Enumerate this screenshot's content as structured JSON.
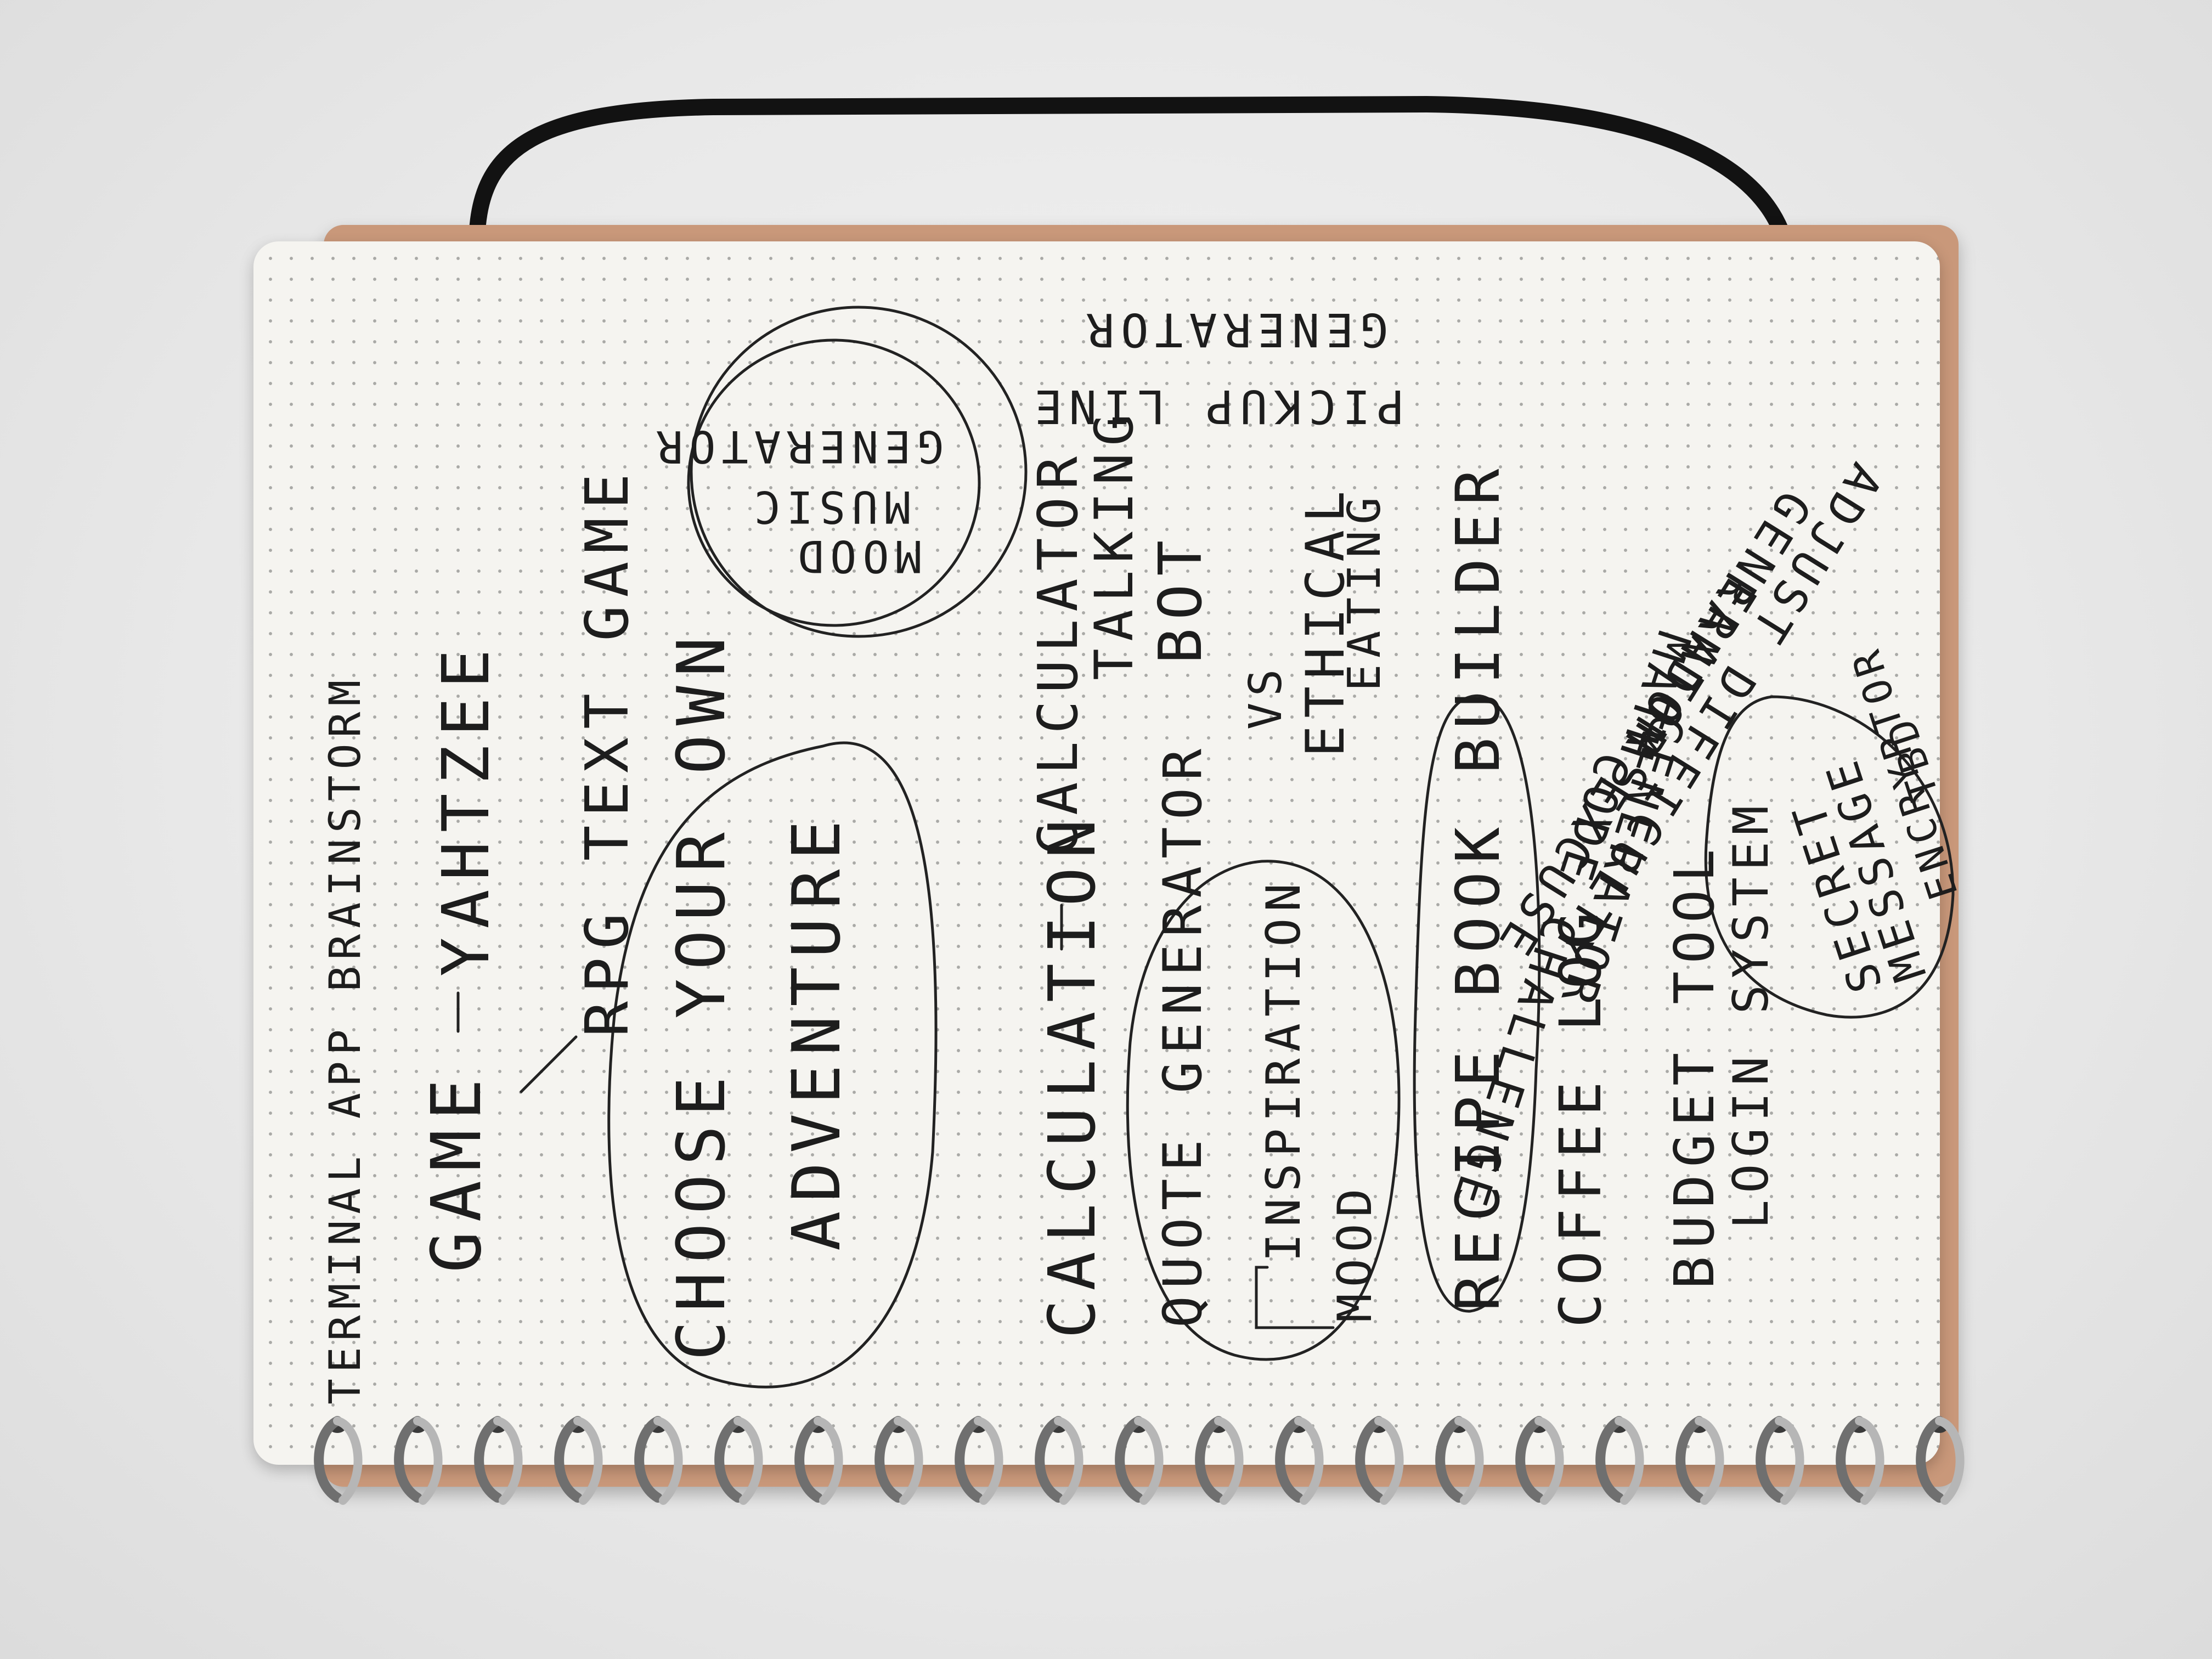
{
  "notebook": {
    "colors": {
      "cover": "#c9987a",
      "paper": "#f5f4f0",
      "ink": "#1d1d1d",
      "strap": "#111111",
      "spiral": "#9a9a9a"
    }
  },
  "notes": {
    "header": "TERMINAL APP   BRAINSTORM",
    "game": "GAME",
    "yahtzee": "YAHTZEE",
    "rpg": "RPG TEXT GAME",
    "choose": "CHOOSE YOUR OWN",
    "adventure": "ADVENTURE",
    "mood": "MOOD",
    "music": "MUSIC",
    "mood_generator": "GENERATOR",
    "calculation": "CALCULATION",
    "calculator": "CALCULATOR",
    "quote": "QUOTE GENERATOR",
    "inspiration": "INSPIRATION",
    "quote_mood": "MOOD",
    "talking": "TALKING",
    "bot": "BOT",
    "vs": "VS",
    "ethical": "ETHICAL",
    "eating": "EATING",
    "recipe": "RECIPE BOOK BUILDER",
    "coffee": "COFFEE LOG",
    "budget": "BUDGET TOOL",
    "login": "LOGIN SYSTEM",
    "pickup": "PICKUP LINE",
    "pickup_generator": "GENERATOR",
    "code": "CODE CHALLENGE",
    "code_generator": "GENERATOR",
    "maths": "MATHS",
    "random": "RANDOM EXCUSE",
    "random_generator": "GENERATOR",
    "adjust": "ADJUST DIFFICULTY",
    "secret": "SECRET",
    "message": "MESSAGE",
    "encryptor": "ENCRYPTOR",
    "tbd": "TBD"
  }
}
